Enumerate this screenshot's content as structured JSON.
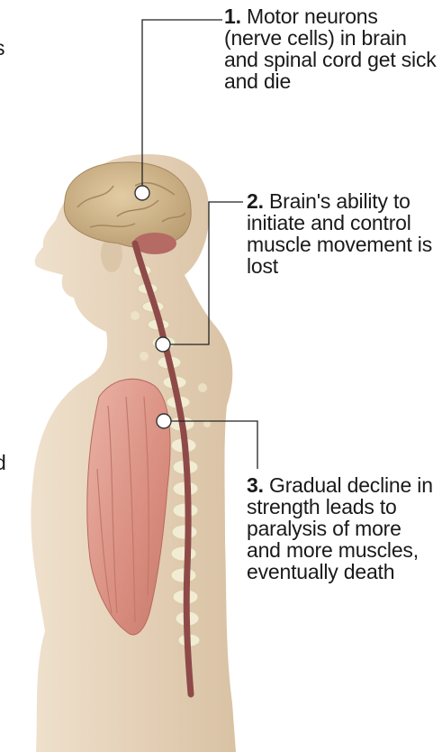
{
  "callouts": [
    {
      "number": "1.",
      "text": "Motor neurons (nerve cells) in brain and spinal cord get sick and die"
    },
    {
      "number": "2.",
      "text": "Brain's ability to initiate and control muscle movement is lost"
    },
    {
      "number": "3.",
      "text": "Gradual decline in strength leads to paralysis of more and more muscles, eventually death"
    }
  ],
  "edge_fragments": [
    "s",
    "d"
  ],
  "colors": {
    "skin": "#e8d6c0",
    "brain": "#cdb38b",
    "spinal_cord": "#8e4a48",
    "muscle": "#d99a8e",
    "vertebrae": "#f2ecd4",
    "leader_line": "#222222"
  }
}
